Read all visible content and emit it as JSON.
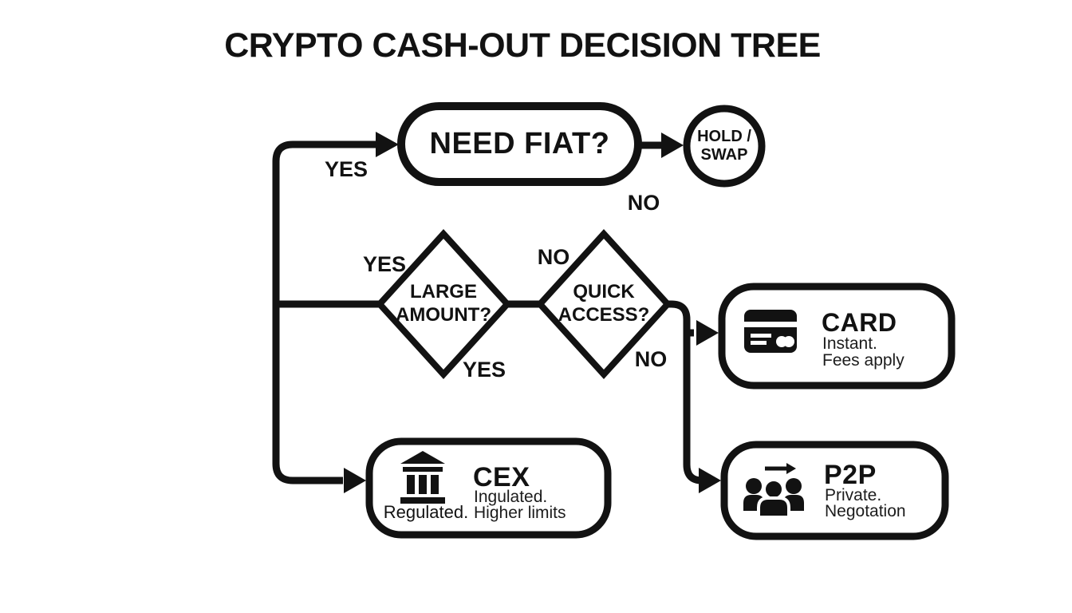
{
  "title": "CRYPTO CASH-OUT DECISION TREE",
  "colors": {
    "ink": "#121212",
    "background": "#ffffff"
  },
  "nodes": {
    "need_fiat": {
      "label": "NEED FIAT?"
    },
    "hold_swap": {
      "label": "HOLD /\nSWAP"
    },
    "large_amount": {
      "label": "LARGE\nAMOUNT?"
    },
    "quick_access": {
      "label": "QUICK\nACCESS?"
    },
    "card": {
      "title": "CARD",
      "line1": "Instant.",
      "line2": "Fees apply",
      "icon": "credit-card-icon"
    },
    "cex": {
      "title": "CEX",
      "line1": "Ingulated.",
      "line2": "Higher limits",
      "caption": "Regulated.",
      "icon": "bank-icon"
    },
    "p2p": {
      "title": "P2P",
      "line1": "Private.",
      "line2": "Negotation",
      "icon": "people-arrow-icon"
    }
  },
  "edge_labels": {
    "yes_into_need_fiat": "YES",
    "no_from_need_fiat": "NO",
    "yes_left_of_large_amount": "YES",
    "no_left_of_quick_access": "NO",
    "yes_below_large_amount": "YES",
    "no_below_quick_access": "NO"
  }
}
